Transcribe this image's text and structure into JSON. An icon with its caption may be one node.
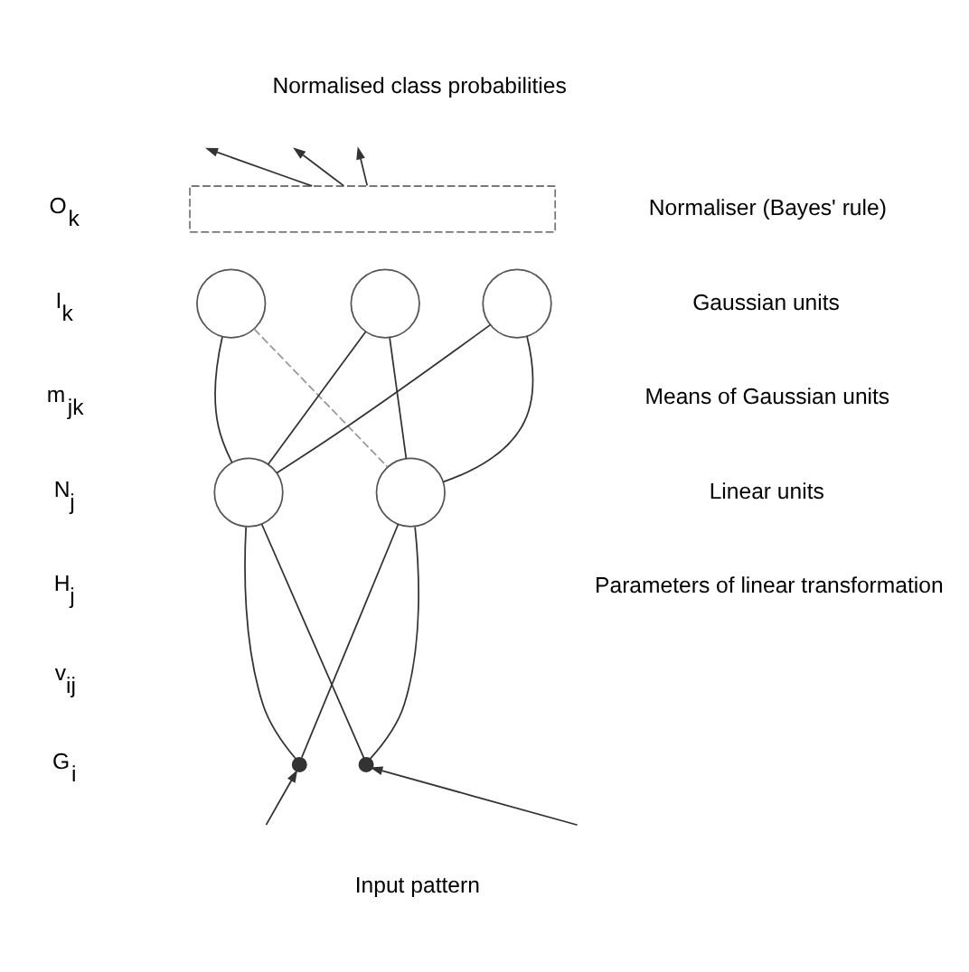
{
  "diagram": {
    "nodes": [
      {
        "text": [],
        "shape": "box"
      },
      {
        "text": [],
        "shape": "circle"
      },
      {
        "text": [],
        "shape": "circle"
      },
      {
        "text": [],
        "shape": "circle"
      },
      {
        "text": [],
        "shape": "circle"
      },
      {
        "text": [],
        "shape": "circle"
      },
      {
        "text": [],
        "shape": "point"
      },
      {
        "text": [],
        "shape": "point"
      }
    ],
    "edges": [
      {
        "from": 0,
        "to": null,
        "arrow": "to"
      },
      {
        "from": 0,
        "to": null,
        "arrow": "to"
      },
      {
        "from": 0,
        "to": null,
        "arrow": "to"
      },
      {
        "from": 1,
        "to": 4,
        "arrow": "none"
      },
      {
        "from": 1,
        "to": 5,
        "arrow": "none",
        "style": "dashed",
        "color": "#999999"
      },
      {
        "from": 2,
        "to": 4,
        "arrow": "none"
      },
      {
        "from": 2,
        "to": 5,
        "arrow": "none"
      },
      {
        "from": 3,
        "to": 4,
        "arrow": "none"
      },
      {
        "from": 3,
        "to": 5,
        "arrow": "none"
      },
      {
        "from": 4,
        "to": 6,
        "arrow": "none"
      },
      {
        "from": 4,
        "to": 7,
        "arrow": "none"
      },
      {
        "from": 5,
        "to": 6,
        "arrow": "none"
      },
      {
        "from": 5,
        "to": 7,
        "arrow": "none"
      },
      {
        "from": null,
        "to": 6,
        "arrow": "to"
      },
      {
        "from": null,
        "to": 7,
        "arrow": "to"
      }
    ],
    "labels": [
      "Normalised class probabilities",
      "O$_{k}$",
      "Normaliser (Bayes' rule)",
      "I$_{k}$",
      "Gaussian units",
      "m$_{jk}$",
      "Means of Gaussian units",
      "N$_{j}$",
      "Linear units",
      "H$_{j}$",
      "Parameters of linear transformation",
      "v$_{ij}$",
      "G$_{i}$",
      "Input pattern"
    ]
  }
}
